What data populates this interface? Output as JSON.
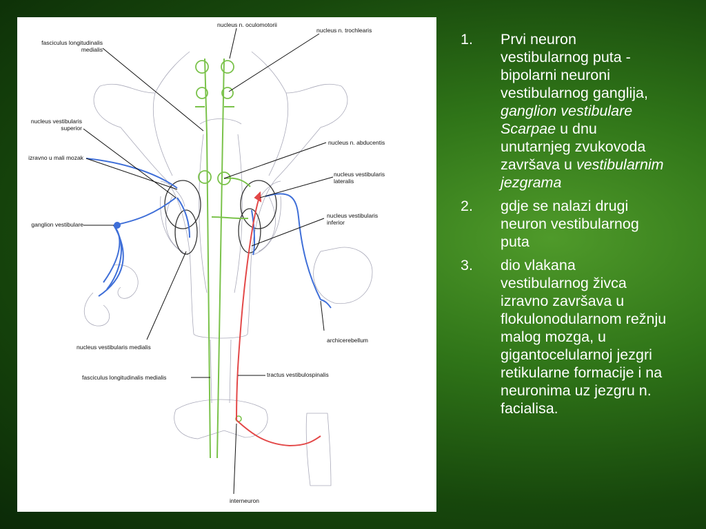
{
  "colors": {
    "background": "#1e5a12",
    "pathway_green": "#7ac24a",
    "pathway_blue": "#3f6fd8",
    "pathway_red": "#e34848",
    "text": "#ffffff"
  },
  "figure": {
    "labels": {
      "oculomotorii": "nucleus n. oculomotorii",
      "trochlearis": "nucleus n. trochlearis",
      "flm_top_1": "fasciculus longitudinalis",
      "flm_top_2": "medialis",
      "vest_sup_1": "nucleus vestibularis",
      "vest_sup_2": "superior",
      "mali_mozak": "izravno u mali mozak",
      "abducentis": "nucleus n. abducentis",
      "vest_lat_1": "nucleus vestibularis",
      "vest_lat_2": "lateralis",
      "vest_inf_1": "nucleus vestibularis",
      "vest_inf_2": "inferior",
      "ganglion": "ganglion vestibulare",
      "archicerebellum": "archicerebellum",
      "vest_med": "nucleus vestibularis medialis",
      "flm_bottom": "fasciculus longitudinalis medialis",
      "vestibulospinalis": "tractus vestibulospinalis",
      "interneuron": "interneuron"
    }
  },
  "list": {
    "items": [
      {
        "number": "1.",
        "t1": "Prvi neuron vestibularnog puta - bipolarni neuroni vestibularnog ganglija, ",
        "t2": "ganglion vestibulare Scarpae",
        "t3": " u dnu unutarnjeg zvukovoda završava u ",
        "t4": "vestibularnim jezgrama"
      },
      {
        "number": "2.",
        "text": "gdje se nalazi drugi neuron vestibularnog puta"
      },
      {
        "number": "3.",
        "text": "dio vlakana vestibularnog živca izravno završava u flokulonodularnom režnju malog mozga, u gigantocelularnoj jezgri retikularne formacije i na neuronima uz jezgru n. facialisa."
      }
    ]
  }
}
